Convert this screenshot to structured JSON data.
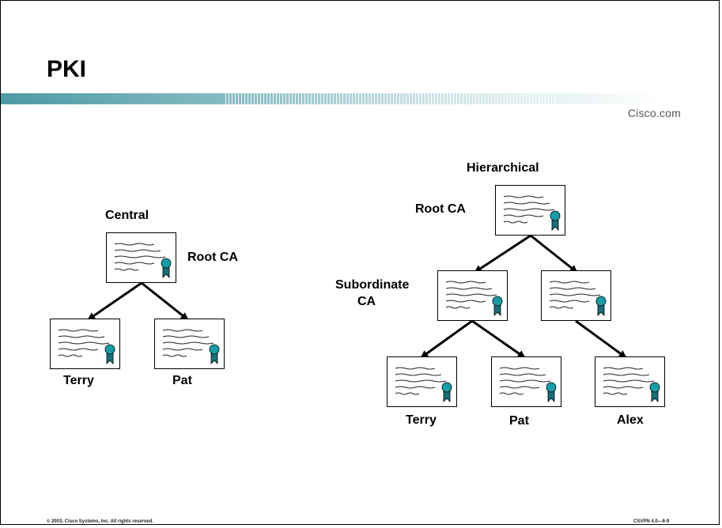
{
  "slide": {
    "title": "PKI",
    "brand": "Cisco.com",
    "footer_left": "© 2003, Cisco Systems, Inc. All rights reserved.",
    "footer_right": "CSVPN 4.0—6-9"
  },
  "central": {
    "heading": "Central",
    "root_label": "Root CA",
    "leaf1_label": "Terry",
    "leaf2_label": "Pat"
  },
  "hierarchical": {
    "heading": "Hierarchical",
    "root_label": "Root CA",
    "sub_label_line1": "Subordinate",
    "sub_label_line2": "CA",
    "leaf1_label": "Terry",
    "leaf2_label": "Pat",
    "leaf3_label": "Alex"
  },
  "colors": {
    "band": "#4d9aa5",
    "seal": "#169ea6",
    "ribbon": "#17707a"
  }
}
